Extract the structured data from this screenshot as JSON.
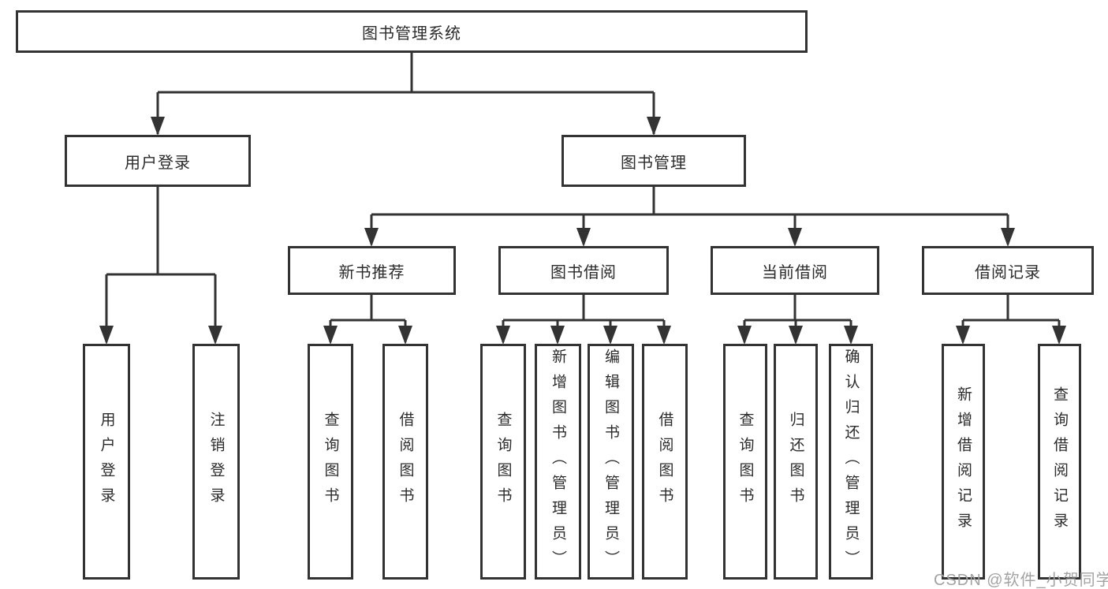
{
  "diagram": {
    "type": "hierarchy-tree",
    "colors": {
      "line": "#333333",
      "box_border": "#333333",
      "text": "#2b2b2b",
      "watermark": "#a3a3a3",
      "background": "#ffffff"
    },
    "root": {
      "label": "图书管理系统"
    },
    "level2": [
      {
        "label": "用户登录",
        "parent": "图书管理系统"
      },
      {
        "label": "图书管理",
        "parent": "图书管理系统"
      }
    ],
    "level3": [
      {
        "label": "新书推荐",
        "parent": "图书管理"
      },
      {
        "label": "图书借阅",
        "parent": "图书管理"
      },
      {
        "label": "当前借阅",
        "parent": "图书管理"
      },
      {
        "label": "借阅记录",
        "parent": "图书管理"
      }
    ],
    "leaves": [
      {
        "label": "用户登录",
        "parent": "用户登录"
      },
      {
        "label": "注销登录",
        "parent": "用户登录"
      },
      {
        "label": "查询图书",
        "parent": "新书推荐"
      },
      {
        "label": "借阅图书",
        "parent": "新书推荐"
      },
      {
        "label": "查询图书",
        "parent": "图书借阅"
      },
      {
        "label": "新增图书（管理员）",
        "parent": "图书借阅"
      },
      {
        "label": "编辑图书（管理员）",
        "parent": "图书借阅"
      },
      {
        "label": "借阅图书",
        "parent": "图书借阅"
      },
      {
        "label": "查询图书",
        "parent": "当前借阅"
      },
      {
        "label": "归还图书",
        "parent": "当前借阅"
      },
      {
        "label": "确认归还（管理员）",
        "parent": "当前借阅"
      },
      {
        "label": "新增借阅记录",
        "parent": "借阅记录"
      },
      {
        "label": "查询借阅记录",
        "parent": "借阅记录"
      }
    ]
  },
  "watermark": "CSDN @软件_小贺同学"
}
